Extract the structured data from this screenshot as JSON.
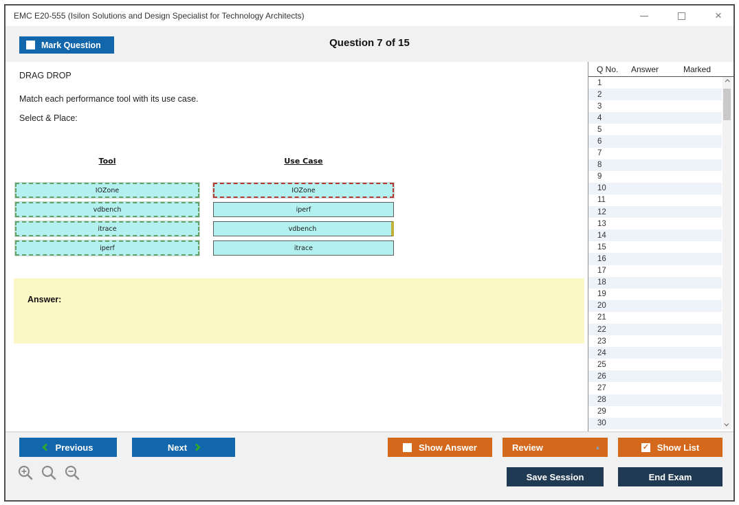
{
  "window": {
    "title": "EMC E20-555 (Isilon Solutions and Design Specialist for Technology Architects)",
    "controls": {
      "close_glyph": "×"
    }
  },
  "header": {
    "mark_question": {
      "label": "Mark Question",
      "checked": false
    },
    "question_counter": "Question 7 of 15"
  },
  "question": {
    "kind": "DRAG DROP",
    "prompt": "Match each performance tool with its use case.",
    "instruction": "Select & Place:",
    "left_column_header": "Tool",
    "right_column_header": "Use Case",
    "left_items": [
      {
        "label": "IOZone",
        "state": "dashed-green"
      },
      {
        "label": "vdbench",
        "state": "dashed-green"
      },
      {
        "label": "itrace",
        "state": "dashed-green"
      },
      {
        "label": "iperf",
        "state": "dashed-green"
      }
    ],
    "right_items": [
      {
        "label": "IOZone",
        "state": "dashed-red"
      },
      {
        "label": "iperf",
        "state": "solid"
      },
      {
        "label": "vdbench",
        "state": "solid-highlight"
      },
      {
        "label": "itrace",
        "state": "solid"
      }
    ],
    "answer_label": "Answer:"
  },
  "sidebar": {
    "columns": [
      "Q No.",
      "Answer",
      "Marked"
    ],
    "rows": [
      "1",
      "2",
      "3",
      "4",
      "5",
      "6",
      "7",
      "8",
      "9",
      "10",
      "11",
      "12",
      "13",
      "14",
      "15",
      "16",
      "17",
      "18",
      "19",
      "20",
      "21",
      "22",
      "23",
      "24",
      "25",
      "26",
      "27",
      "28",
      "29",
      "30"
    ]
  },
  "footer": {
    "previous": {
      "label": "Previous"
    },
    "next": {
      "label": "Next"
    },
    "show_answer": {
      "label": "Show Answer",
      "checked": false
    },
    "review": {
      "label": "Review",
      "caret": "▲"
    },
    "show_list": {
      "label": "Show List",
      "checked": true
    },
    "save_session_label": "Save Session",
    "end_exam_label": "End Exam",
    "check_glyph": "✓"
  },
  "colors": {
    "accent_blue": "#1266ab",
    "accent_orange": "#d4691e",
    "navy": "#1f3a52",
    "box_cyan": "#b3f0f0",
    "answer_yellow": "#fbf8c5",
    "chevron_green": "#2fa832"
  }
}
